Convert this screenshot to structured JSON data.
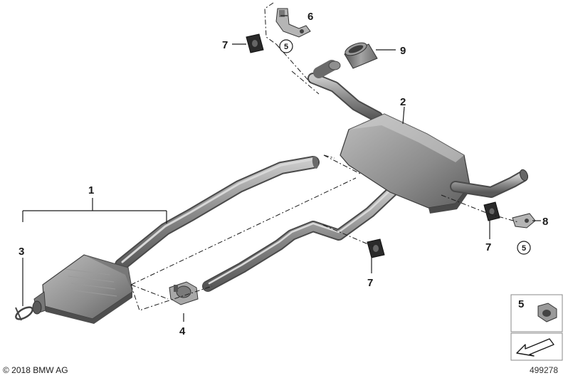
{
  "callouts": {
    "c1": "1",
    "c2": "2",
    "c3": "3",
    "c4": "4",
    "c6": "6",
    "c7a": "7",
    "c7b": "7",
    "c7c": "7",
    "c8": "8",
    "c9": "9",
    "c5a": "5",
    "c5b": "5"
  },
  "legend": {
    "nut_label": "5"
  },
  "footer": {
    "copyright": "© 2018 BMW AG",
    "ref": "499278"
  },
  "icons": [
    "exhaust-pipe-icon",
    "rubber-mount-icon",
    "hanger-bracket-icon",
    "flange-nut-icon",
    "arrow-icon",
    "clamp-icon"
  ]
}
